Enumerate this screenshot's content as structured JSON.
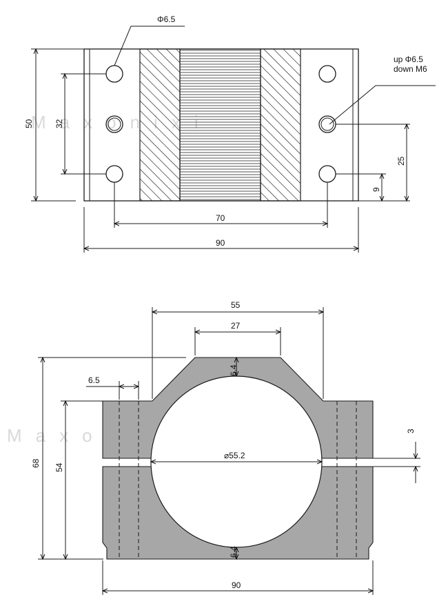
{
  "top_view": {
    "hole_callout": "Φ6.5",
    "thread_callout_line1": "up Φ6.5",
    "thread_callout_line2": "down M6",
    "dim_height": "50",
    "dim_hole_pitch_vertical": "32",
    "dim_hole_from_bottom": "25",
    "dim_bottom_offset": "9",
    "dim_hole_pitch_horizontal": "70",
    "dim_width": "90"
  },
  "front_view": {
    "dim_top_width": "55",
    "dim_top_flat": "27",
    "dim_wall_top": "6.4",
    "dim_wall_bottom": "6.4",
    "dim_hole_offset": "6.5",
    "dim_bore": "⌀55.2",
    "dim_slot": "3",
    "dim_total_height": "68",
    "dim_body_height": "54",
    "dim_width": "90"
  },
  "watermark": "Maxonixi"
}
